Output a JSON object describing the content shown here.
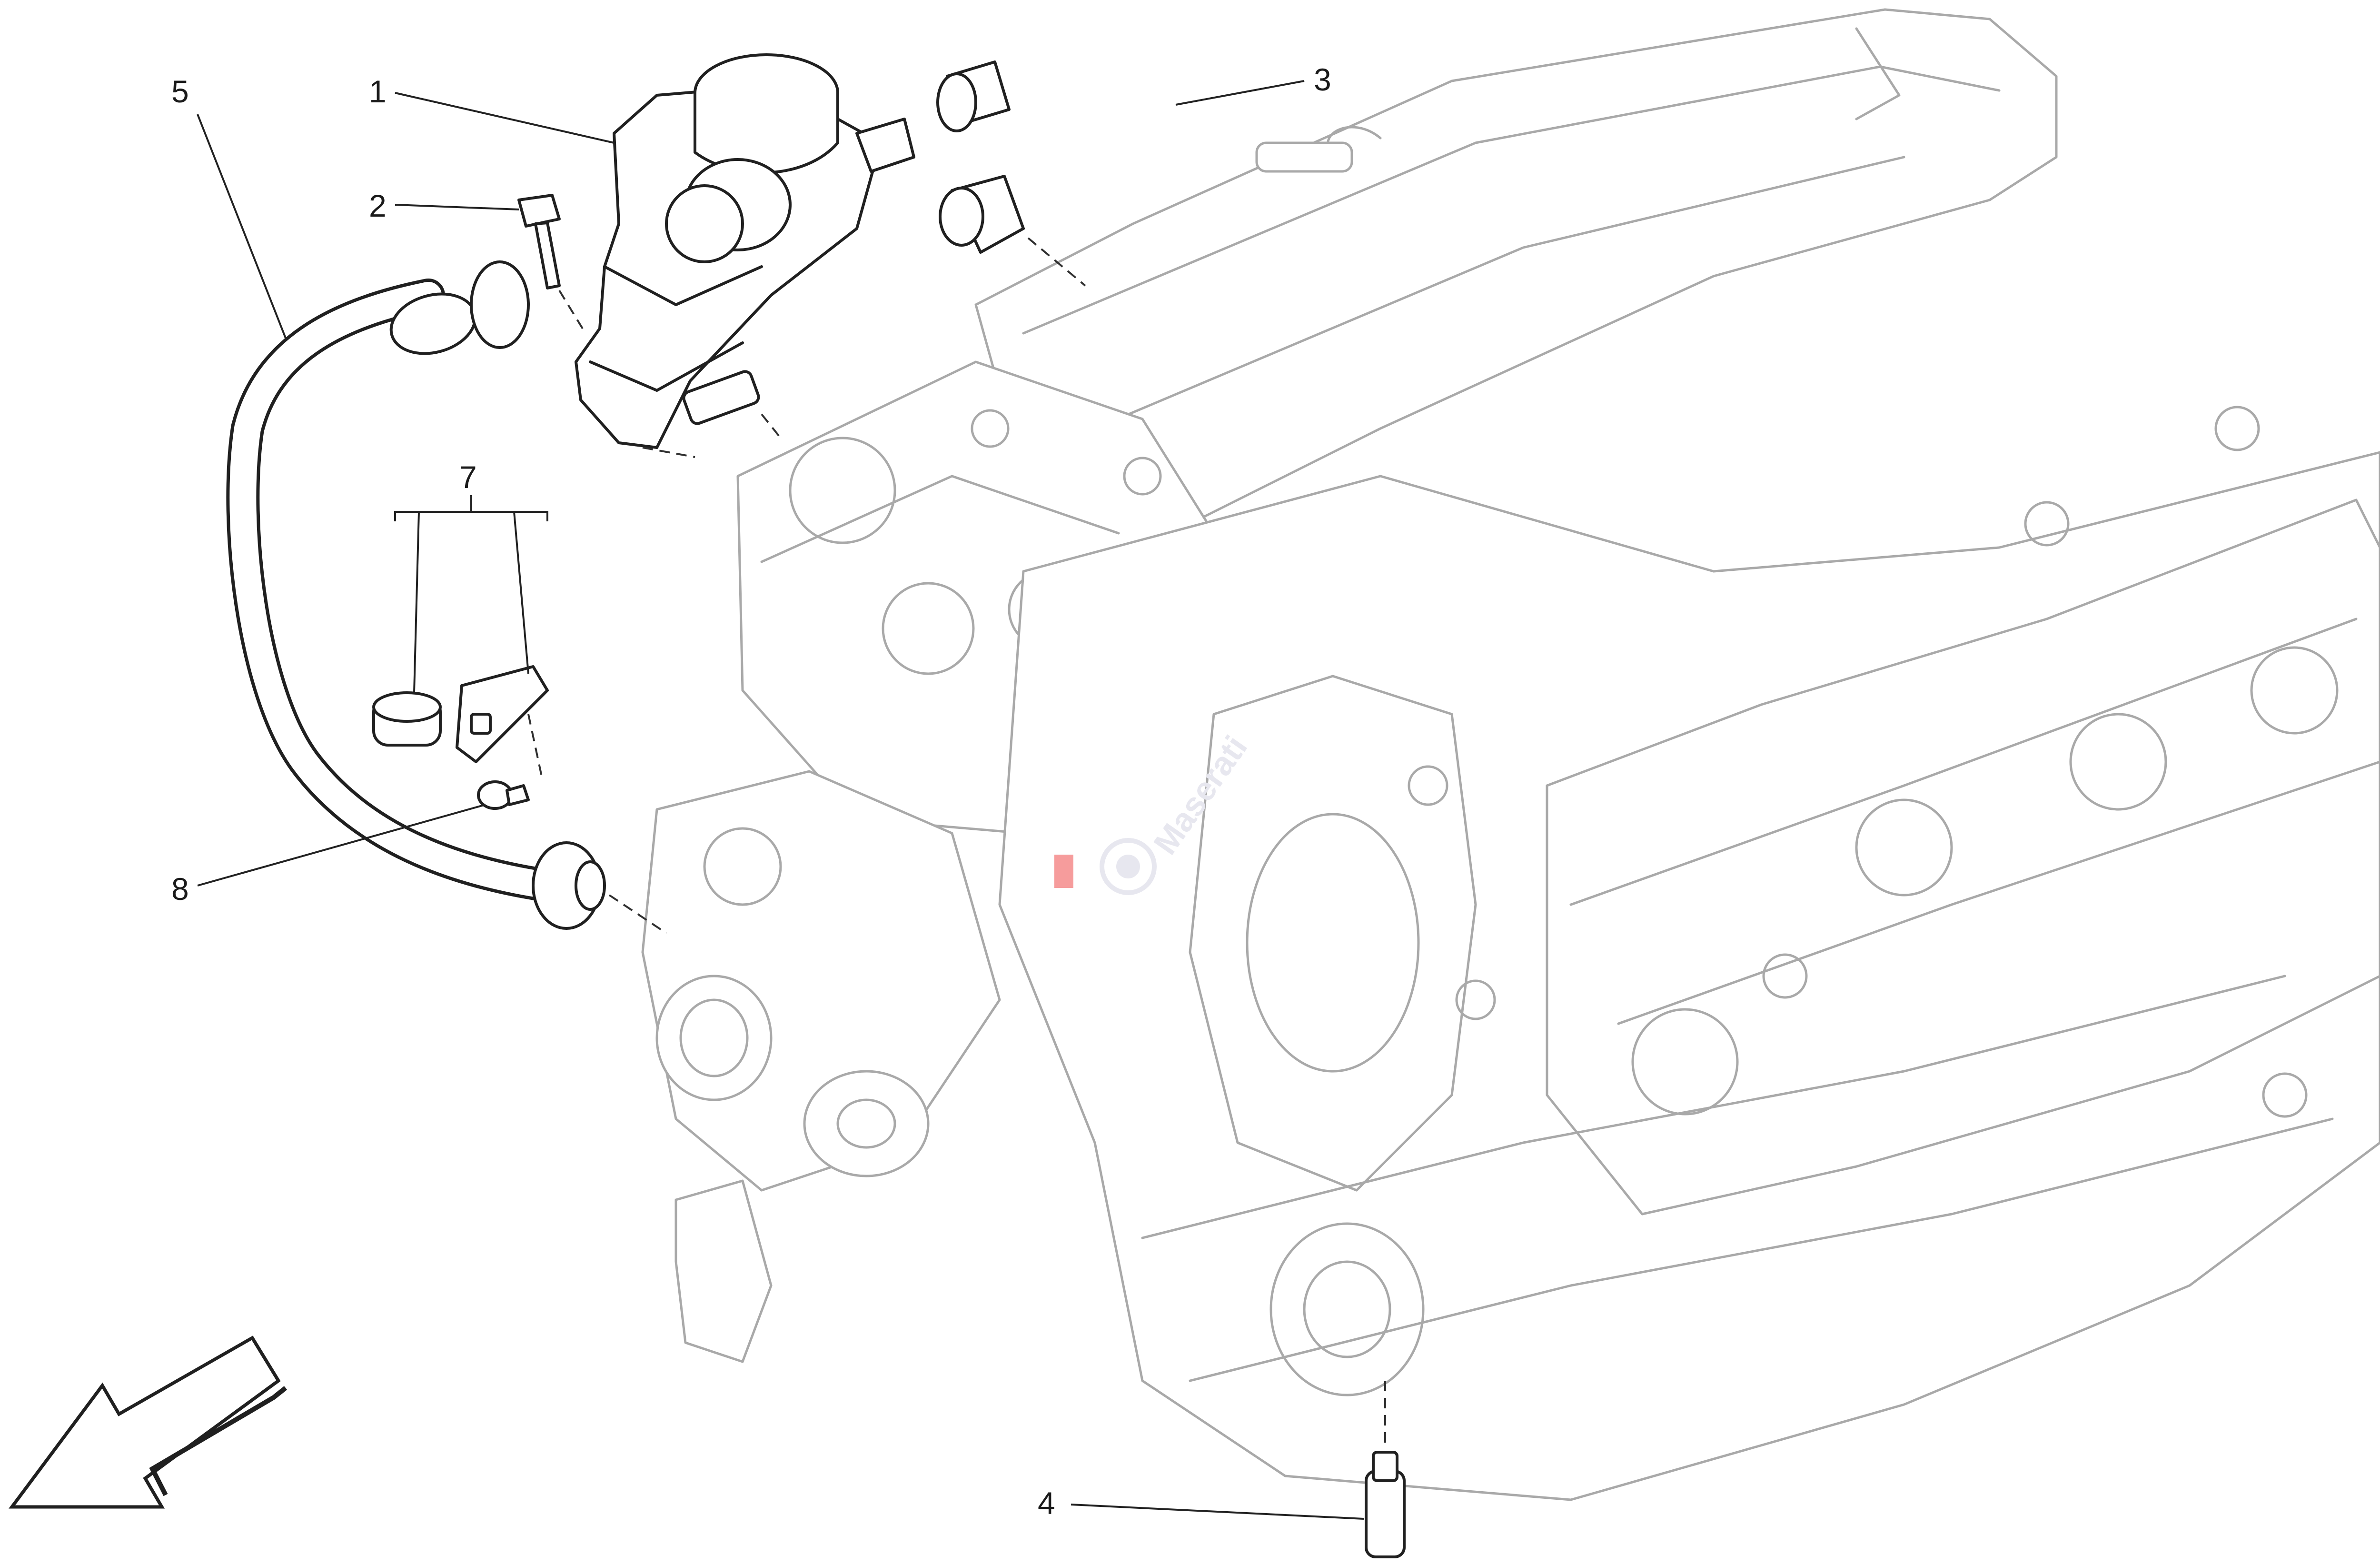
{
  "diagram": {
    "callouts": [
      {
        "id": "1",
        "label": "1"
      },
      {
        "id": "2",
        "label": "2"
      },
      {
        "id": "3",
        "label": "3"
      },
      {
        "id": "4",
        "label": "4"
      },
      {
        "id": "5",
        "label": "5"
      },
      {
        "id": "7",
        "label": "7"
      },
      {
        "id": "8",
        "label": "8"
      }
    ],
    "watermark": {
      "text": "Maserati"
    },
    "colors": {
      "engine_line": "#a9a9a9",
      "part_line": "#202020",
      "background": "#ffffff",
      "watermark_accent": "#ef4b4b"
    }
  }
}
